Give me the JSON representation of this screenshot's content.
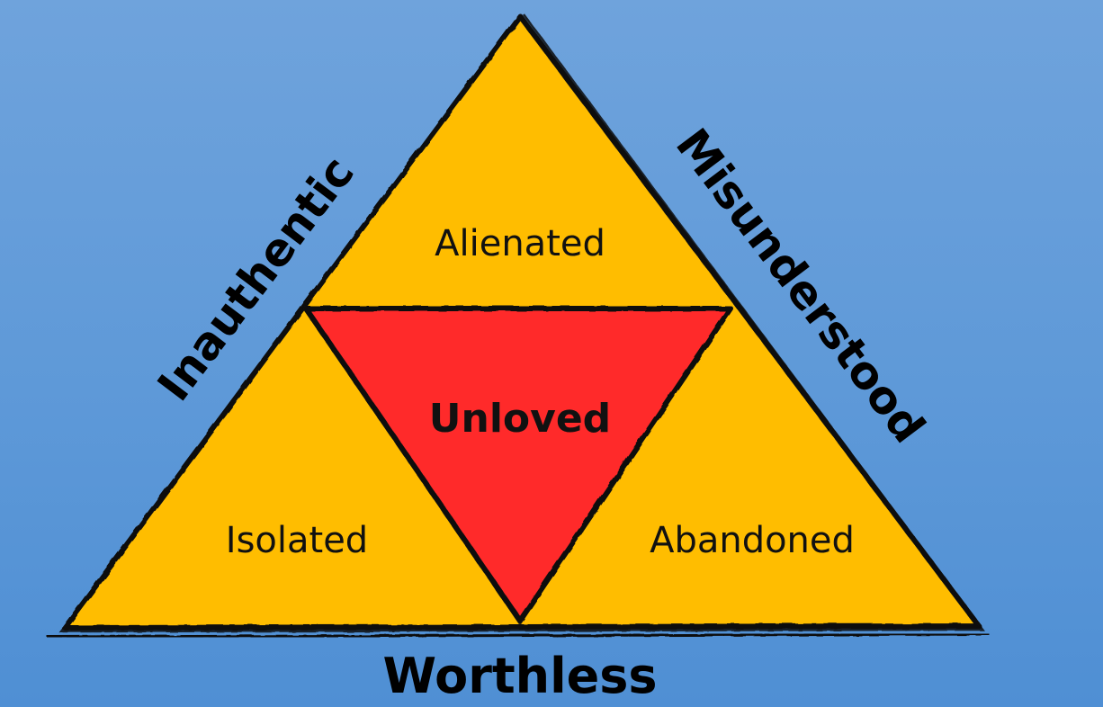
{
  "diagram": {
    "sections": {
      "top": "Alienated",
      "left": "Isolated",
      "right": "Abandoned",
      "center": "Unloved"
    },
    "edges": {
      "left": "Inauthentic",
      "right": "Misunderstood",
      "bottom": "Worthless"
    },
    "colors": {
      "background": "#5e99d8",
      "outer_fill": "#ffbd00",
      "center_fill": "#ff2a2a",
      "stroke": "#111111"
    }
  }
}
